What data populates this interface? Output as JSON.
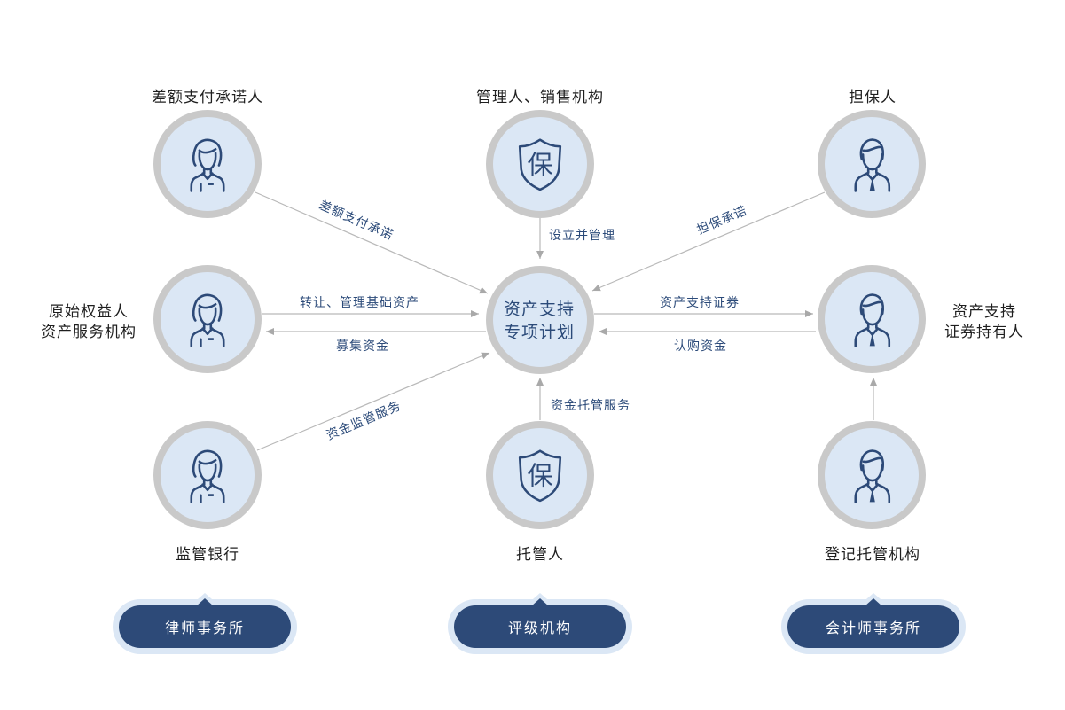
{
  "nodes": {
    "diff_payer": "差额支付承诺人",
    "manager": "管理人、销售机构",
    "guarantor": "担保人",
    "originator_line1": "原始权益人",
    "originator_line2": "资产服务机构",
    "holder_line1": "资产支持",
    "holder_line2": "证券持有人",
    "supervisor_bank": "监管银行",
    "custodian": "托管人",
    "registrar": "登记托管机构",
    "center_line1": "资产支持",
    "center_line2": "专项计划"
  },
  "edges": {
    "diff_commit": "差额支付承诺",
    "establish_manage": "设立并管理",
    "guarantee_commit": "担保承诺",
    "transfer_assets": "转让、管理基础资产",
    "raise_funds": "募集资金",
    "abs_securities": "资产支持证券",
    "subscribe_funds": "认购资金",
    "fund_supervision": "资金监管服务",
    "fund_custody": "资金托管服务"
  },
  "service_providers": [
    "律师事务所",
    "评级机构",
    "会计师事务所"
  ],
  "colors": {
    "circle_fill": "#dbe7f5",
    "circle_ring": "#c9c9c9",
    "icon_stroke": "#2d4a78",
    "pill_fill": "#2d4a78",
    "pill_halo": "#dbe7f5",
    "edge_line": "#b9b9b9",
    "edge_label": "#2b4a79"
  }
}
